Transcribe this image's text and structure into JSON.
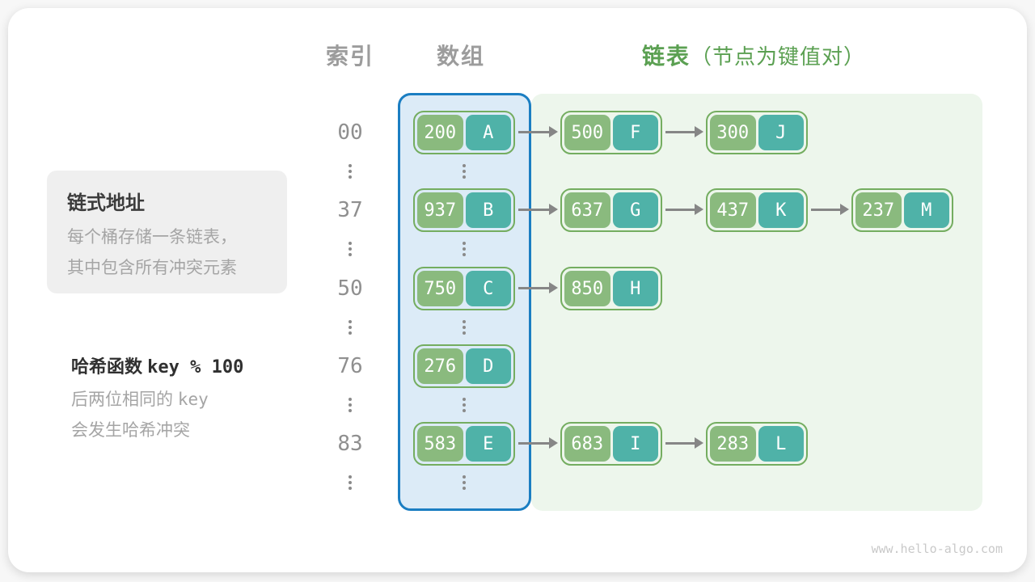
{
  "headers": {
    "index": "索引",
    "array": "数组",
    "list": "链表",
    "list_note": "（节点为键值对）"
  },
  "info_box": {
    "title": "链式地址",
    "line1": "每个桶存储一条链表，",
    "line2": "其中包含所有冲突元素"
  },
  "hash_note": {
    "title_prefix": "哈希函数",
    "title_code": "key % 100",
    "line1_prefix": "后两位相同的",
    "line1_code": "key",
    "line2": "会发生哈希冲突"
  },
  "rows": [
    {
      "index": "00",
      "bucket": {
        "key": "200",
        "value": "A"
      },
      "chain": [
        {
          "key": "500",
          "value": "F"
        },
        {
          "key": "300",
          "value": "J"
        }
      ]
    },
    {
      "index": "37",
      "bucket": {
        "key": "937",
        "value": "B"
      },
      "chain": [
        {
          "key": "637",
          "value": "G"
        },
        {
          "key": "437",
          "value": "K"
        },
        {
          "key": "237",
          "value": "M"
        }
      ]
    },
    {
      "index": "50",
      "bucket": {
        "key": "750",
        "value": "C"
      },
      "chain": [
        {
          "key": "850",
          "value": "H"
        }
      ]
    },
    {
      "index": "76",
      "bucket": {
        "key": "276",
        "value": "D"
      },
      "chain": []
    },
    {
      "index": "83",
      "bucket": {
        "key": "583",
        "value": "E"
      },
      "chain": [
        {
          "key": "683",
          "value": "I"
        },
        {
          "key": "283",
          "value": "L"
        }
      ]
    }
  ],
  "colors": {
    "array_border_blue": "#1b7ec2",
    "array_fill": "#dcebf7",
    "list_fill": "#edf6ec",
    "node_border_green": "#74ad60",
    "key_cell_green": "#8aba7e",
    "value_cell_teal": "#4fb2a8",
    "arrow_gray": "#868686",
    "header_gray": "#9c9c9c",
    "header_green": "#5ba052",
    "info_box_bg": "#efefef",
    "muted_text": "#a5a5a5"
  },
  "watermark": "www.hello-algo.com"
}
